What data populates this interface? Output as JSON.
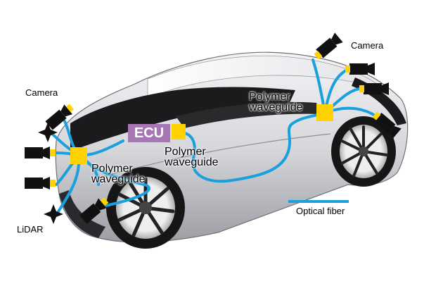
{
  "labels": {
    "camera_left": "Camera",
    "camera_right": "Camera",
    "lidar": "LiDAR",
    "ecu": "ECU",
    "waveguide_left": [
      "Polymer",
      "waveguide"
    ],
    "waveguide_center": [
      "Polymer",
      "waveguide"
    ],
    "waveguide_right": [
      "Polymer",
      "waveguide"
    ],
    "legend_optical_fiber": "Optical fiber"
  },
  "colors": {
    "fiber": "#1aa0dc",
    "hub": "#ffd200",
    "ecu": "#a776b4",
    "car_body": "#d9dade",
    "car_dark": "#1b1b1d",
    "device": "#111111"
  },
  "icons": [
    "camera-icon",
    "lidar-sensor-icon",
    "ecu-unit",
    "polymer-waveguide-hub",
    "wheel"
  ]
}
